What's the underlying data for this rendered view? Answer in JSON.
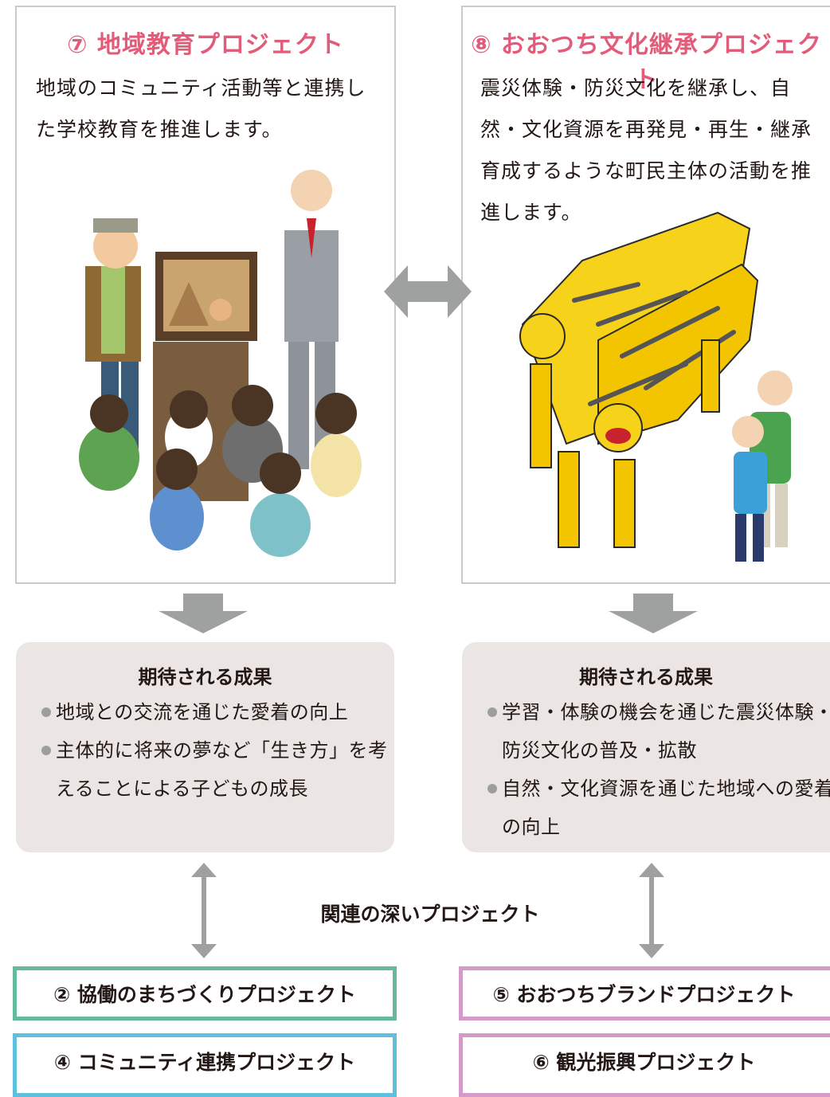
{
  "projects_top": {
    "left": {
      "title": "⑦ 地域教育プロジェクト",
      "description": "地域のコミュニティ活動等と連携した学校教育を推進します。"
    },
    "right": {
      "title": "⑧ おおつち文化継承プロジェクト",
      "description": "震災体験・防災文化を継承し、自然・文化資源を再発見・再生・継承育成するような町民主体の活動を推進します。"
    }
  },
  "results": {
    "left": {
      "title": "期待される成果",
      "items": [
        "地域との交流を通じた愛着の向上",
        "主体的に将来の夢など「生き方」を考えることによる子どもの成長"
      ]
    },
    "right": {
      "title": "期待される成果",
      "items": [
        "学習・体験の機会を通じた震災体験・防災文化の普及・拡散",
        "自然・文化資源を通じた地域への愛着の向上"
      ]
    }
  },
  "related": {
    "title": "関連の深いプロジェクト",
    "items": [
      "② 協働のまちづくりプロジェクト",
      "④ コミュニティ連携プロジェクト",
      "⑤ おおつちブランドプロジェクト",
      "⑥ 観光振興プロジェクト"
    ]
  },
  "colors": {
    "title_pink": "#e25c7a",
    "arrow_gray": "#9fa0a0",
    "result_bg": "#ebe6e4",
    "border_green": "#63bb9b",
    "border_blue": "#5fbfde",
    "border_pink": "#d39bc7"
  },
  "icons": [
    "double-arrow-icon",
    "down-arrow-icon",
    "vertical-double-arrow-icon",
    "bullet-icon"
  ]
}
